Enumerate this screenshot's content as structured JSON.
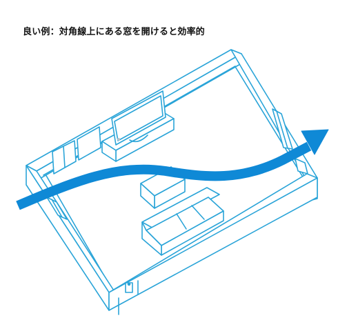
{
  "caption": {
    "text": "良い例：対角線上にある窓を開けると効率的"
  },
  "diagram": {
    "line_color": "#2aa4d8",
    "fill_color": "#ffffff",
    "arrow_color": "#0f89d6",
    "elements": [
      "room-outline",
      "television",
      "tv-stand",
      "coffee-table",
      "sofa",
      "window-lower-left",
      "window-upper-right",
      "door",
      "airflow-arrow"
    ]
  }
}
